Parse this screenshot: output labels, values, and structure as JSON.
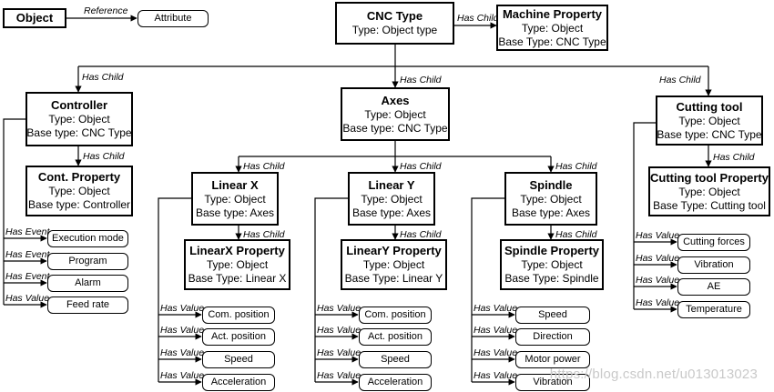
{
  "legend": {
    "object": "Object",
    "relation": "Reference",
    "attribute": "Attribute"
  },
  "relations": {
    "has_child": "Has Child",
    "has_event": "Has Event",
    "has_value": "Has Value"
  },
  "nodes": {
    "cnc": {
      "title": "CNC Type",
      "lines": [
        "Type: Object type"
      ]
    },
    "machine_property": {
      "title": "Machine Property",
      "lines": [
        "Type: Object",
        "Base Type: CNC Type"
      ]
    },
    "controller": {
      "title": "Controller",
      "lines": [
        "Type: Object",
        "Base type: CNC Type"
      ]
    },
    "cont_property": {
      "title": "Cont. Property",
      "lines": [
        "Type: Object",
        "Base type: Controller"
      ]
    },
    "axes": {
      "title": "Axes",
      "lines": [
        "Type: Object",
        "Base type: CNC Type"
      ]
    },
    "cutting_tool": {
      "title": "Cutting tool",
      "lines": [
        "Type: Object",
        "Base type: CNC Type"
      ]
    },
    "cutting_tool_property": {
      "title": "Cutting tool Property",
      "lines": [
        "Type: Object",
        "Base Type: Cutting tool"
      ]
    },
    "linear_x": {
      "title": "Linear X",
      "lines": [
        "Type: Object",
        "Base type: Axes"
      ]
    },
    "linearx_property": {
      "title": "LinearX Property",
      "lines": [
        "Type: Object",
        "Base Type: Linear X"
      ]
    },
    "linear_y": {
      "title": "Linear Y",
      "lines": [
        "Type: Object",
        "Base type: Axes"
      ]
    },
    "lineary_property": {
      "title": "LinearY Property",
      "lines": [
        "Type: Object",
        "Base Type: Linear Y"
      ]
    },
    "spindle": {
      "title": "Spindle",
      "lines": [
        "Type: Object",
        "Base type: Axes"
      ]
    },
    "spindle_property": {
      "title": "Spindle Property",
      "lines": [
        "Type: Object",
        "Base Type: Spindle"
      ]
    }
  },
  "attributes": {
    "controller": [
      {
        "rel": "Has Event",
        "label": "Execution mode"
      },
      {
        "rel": "Has Event",
        "label": "Program"
      },
      {
        "rel": "Has Event",
        "label": "Alarm"
      },
      {
        "rel": "Has Value",
        "label": "Feed rate"
      }
    ],
    "linear_x": [
      {
        "rel": "Has Value",
        "label": "Com. position"
      },
      {
        "rel": "Has Value",
        "label": "Act. position"
      },
      {
        "rel": "Has Value",
        "label": "Speed"
      },
      {
        "rel": "Has Value",
        "label": "Acceleration"
      }
    ],
    "linear_y": [
      {
        "rel": "Has Value",
        "label": "Com. position"
      },
      {
        "rel": "Has Value",
        "label": "Act. position"
      },
      {
        "rel": "Has Value",
        "label": "Speed"
      },
      {
        "rel": "Has Value",
        "label": "Acceleration"
      }
    ],
    "spindle": [
      {
        "rel": "Has Value",
        "label": "Speed"
      },
      {
        "rel": "Has Value",
        "label": "Direction"
      },
      {
        "rel": "Has Value",
        "label": "Motor power"
      },
      {
        "rel": "Has Value",
        "label": "Vibration"
      }
    ],
    "cutting_tool": [
      {
        "rel": "Has Value",
        "label": "Cutting forces"
      },
      {
        "rel": "Has Value",
        "label": "Vibration"
      },
      {
        "rel": "Has Value",
        "label": "AE"
      },
      {
        "rel": "Has Value",
        "label": "Temperature"
      }
    ]
  },
  "watermark": "https://blog.csdn.net/u013013023"
}
